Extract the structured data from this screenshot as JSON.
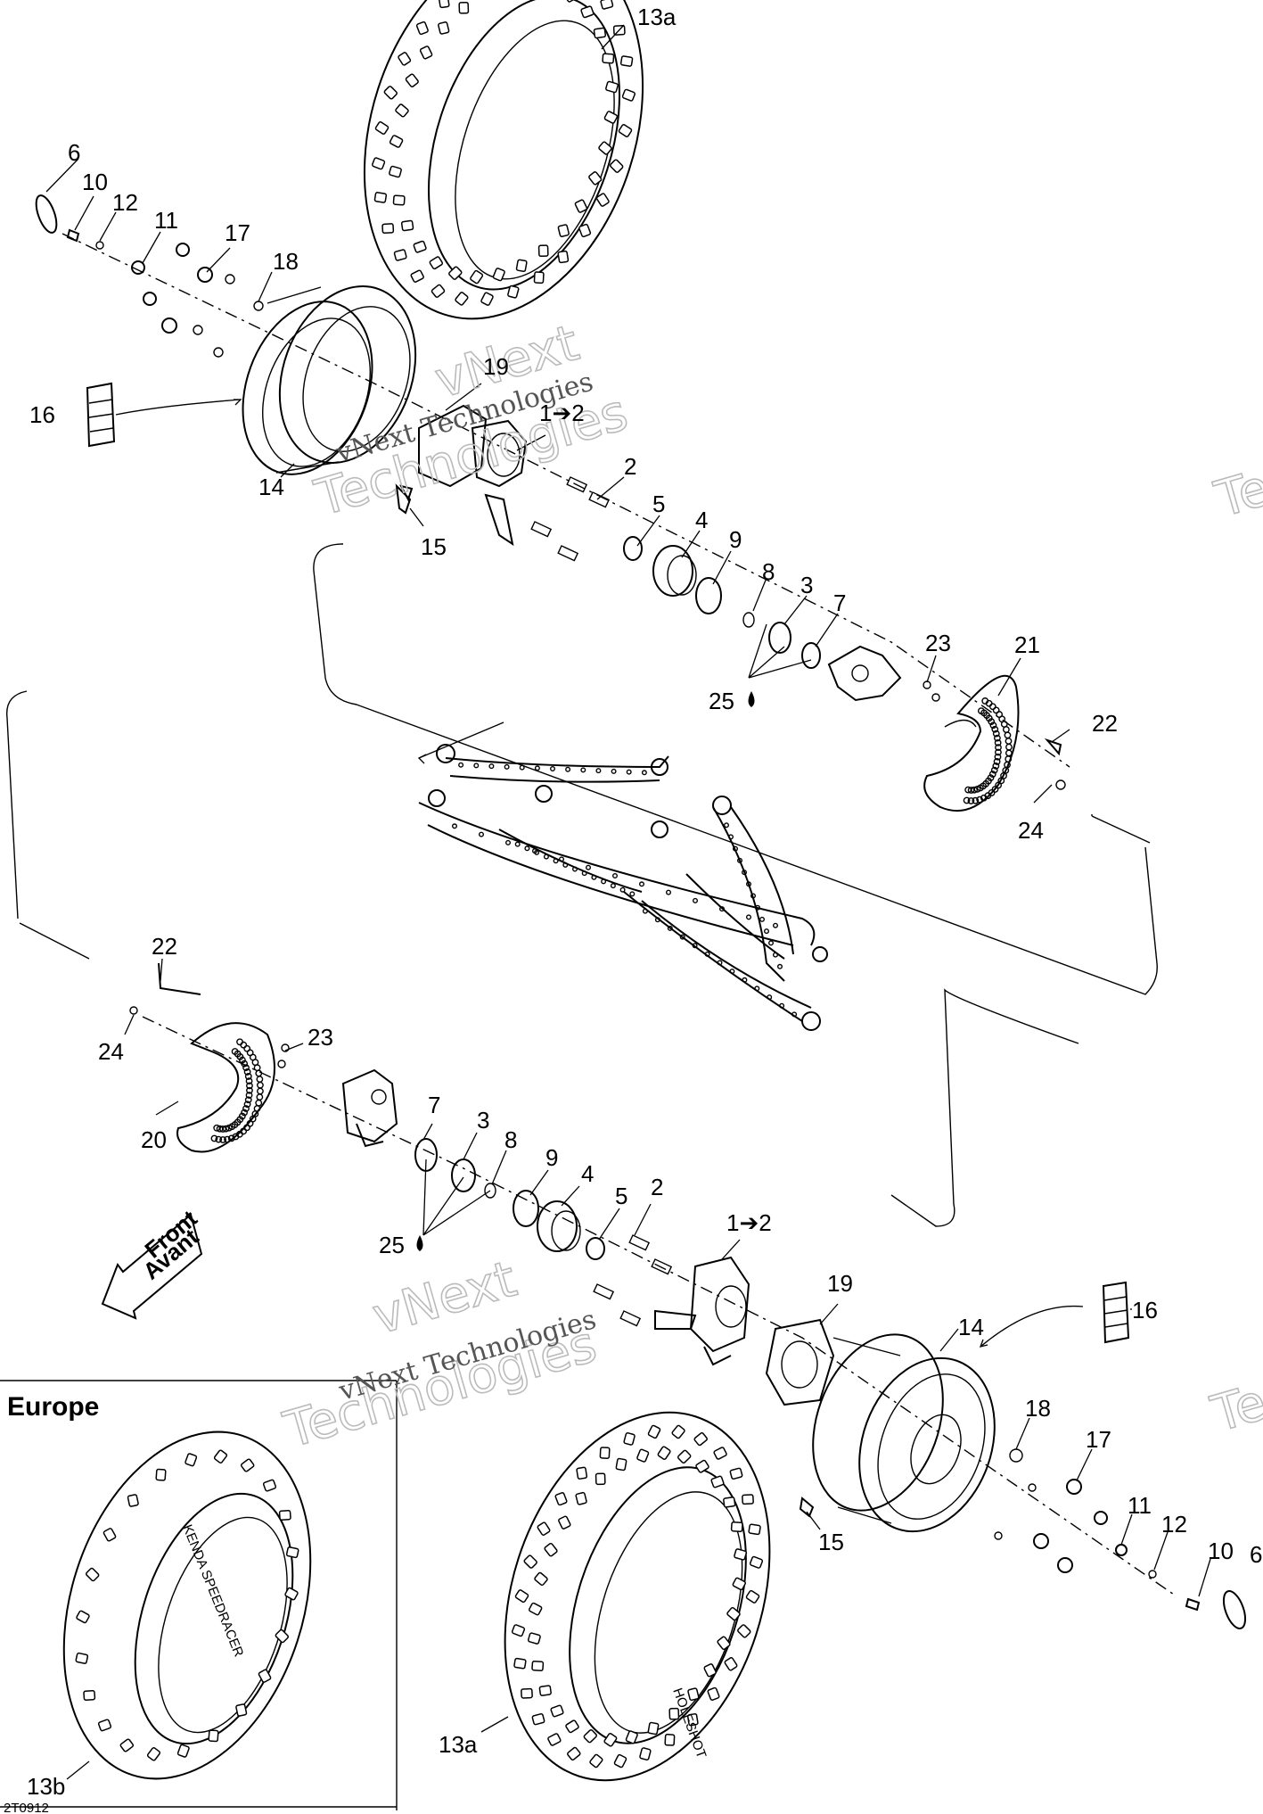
{
  "labels": {
    "l13a_top": "13a",
    "l6_top": "6",
    "l10_top": "10",
    "l12_top": "12",
    "l11_top": "11",
    "l17_top": "17",
    "l18_top": "18",
    "l19_top": "19",
    "l1to2_top": "1➔2",
    "l16_top": "16",
    "l14_top": "14",
    "l2_top": "2",
    "l15_top": "15",
    "l5_top": "5",
    "l4_top": "4",
    "l9_top": "9",
    "l8_top": "8",
    "l3_top": "3",
    "l7_top": "7",
    "l25_top": "25",
    "l23_top": "23",
    "l21_top": "21",
    "l22_top": "22",
    "l24_top": "24",
    "l22_bot": "22",
    "l24_bot": "24",
    "l23_bot": "23",
    "l20_bot": "20",
    "l7_bot": "7",
    "l3_bot": "3",
    "l8_bot": "8",
    "l9_bot": "9",
    "l4_bot": "4",
    "l5_bot": "5",
    "l2_bot": "2",
    "l1to2_bot": "1➔2",
    "l25_bot": "25",
    "l19_bot": "19",
    "l16_bot": "16",
    "l14_bot": "14",
    "l18_bot": "18",
    "l17_bot": "17",
    "l11_bot": "11",
    "l12_bot": "12",
    "l10_bot": "10",
    "l6_bot": "6",
    "l15_bot": "15",
    "l13a_bot": "13a",
    "l13b_bot": "13b"
  },
  "front_arrow": {
    "line1": "Front",
    "line2": "Avant"
  },
  "inset": {
    "title": "Europe"
  },
  "tire_text": {
    "europe_tire": "KENDA SPEEDRACER",
    "front_tire": "HOLESHOT"
  },
  "watermark": {
    "line1": "vNext",
    "line2": "Technologies",
    "serif_line": "vNext Technologies"
  },
  "drawing_code": "2T0912"
}
